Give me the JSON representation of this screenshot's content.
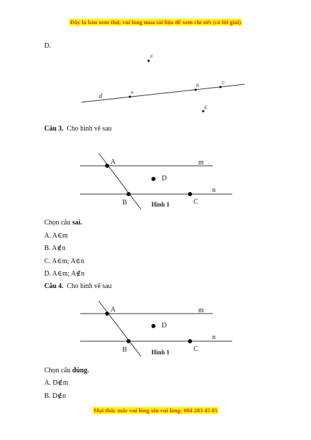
{
  "header_notice": "Đây là bản xem thử, vui lòng mua tài liệu để xem chi tiết (có lời giải)",
  "footer_notice": "Mọi thắc mắc vui lòng xin vui lòng: 084 283 45 85",
  "colors": {
    "notice_text": "#e8221c",
    "notice_highlight": "#ffff00"
  },
  "option_d_prev": "D.",
  "figure1": {
    "points": [
      "F",
      "A",
      "B",
      "C",
      "E"
    ],
    "line_label": "d"
  },
  "q3": {
    "number": "Câu 3.",
    "prompt": "Cho hình vẽ sau",
    "instruction": "Chọn câu",
    "keyword": "sai.",
    "options": [
      "A. A∈m",
      "B. A∉n",
      "C. A∈m; A∈n",
      "D. A∈m; A∉n"
    ]
  },
  "q4": {
    "number": "Câu 4.",
    "prompt": "Cho hình vẽ sau",
    "instruction": "Chọn câu",
    "keyword": "đúng.",
    "options": [
      "A. D∉m",
      "B. D∉n"
    ]
  },
  "figure": {
    "caption": "Hình 1",
    "labels": {
      "A": "A",
      "B": "B",
      "C": "C",
      "D": "D",
      "m": "m",
      "n": "n"
    }
  }
}
